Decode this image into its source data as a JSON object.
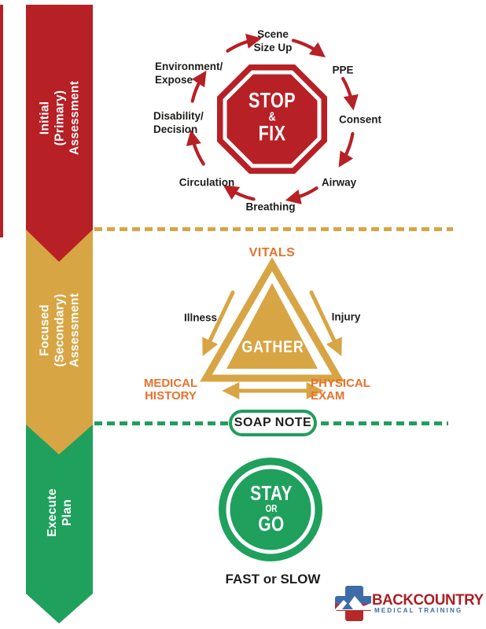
{
  "colors": {
    "red": "#B72025",
    "gold": "#D8A545",
    "green": "#1FA05D",
    "green_dash": "#1F9E5C",
    "orange": "#E8712D",
    "text": "#1D1D1B",
    "logo_red": "#A82023",
    "logo_blue": "#3E6CA6"
  },
  "bands": {
    "initial": {
      "line1": "Initial",
      "line2": "(Primary)",
      "line3": "Assessment"
    },
    "focused": {
      "line1": "Focused",
      "line2": "(Secondary)",
      "line3": "Assessment"
    },
    "execute": {
      "line1": "Execute",
      "line2": "Plan"
    }
  },
  "cycle": {
    "stop_sign": {
      "line1": "STOP",
      "line2": "&",
      "line3": "FIX"
    },
    "scene": {
      "line1": "Scene",
      "line2": "Size Up"
    },
    "ppe": "PPE",
    "consent": "Consent",
    "airway": "Airway",
    "breathing": "Breathing",
    "circulation": "Circulation",
    "disability": {
      "line1": "Disability/",
      "line2": "Decision"
    },
    "environment": {
      "line1": "Environment/",
      "line2": "Expose"
    }
  },
  "triangle": {
    "top": "VITALS",
    "center": "GATHER",
    "left_side": "Illness",
    "right_side": "Injury",
    "bottom_left": {
      "line1": "MEDICAL",
      "line2": "HISTORY"
    },
    "bottom_right": {
      "line1": "PHYSICAL",
      "line2": "EXAM"
    }
  },
  "soap_note": "SOAP NOTE",
  "execute_section": {
    "circle": {
      "line1": "STAY",
      "line2": "OR",
      "line3": "GO"
    },
    "caption": "FAST or SLOW"
  },
  "logo": {
    "name": "BACKCOUNTRY",
    "tagline": "MEDICAL TRAINING"
  }
}
